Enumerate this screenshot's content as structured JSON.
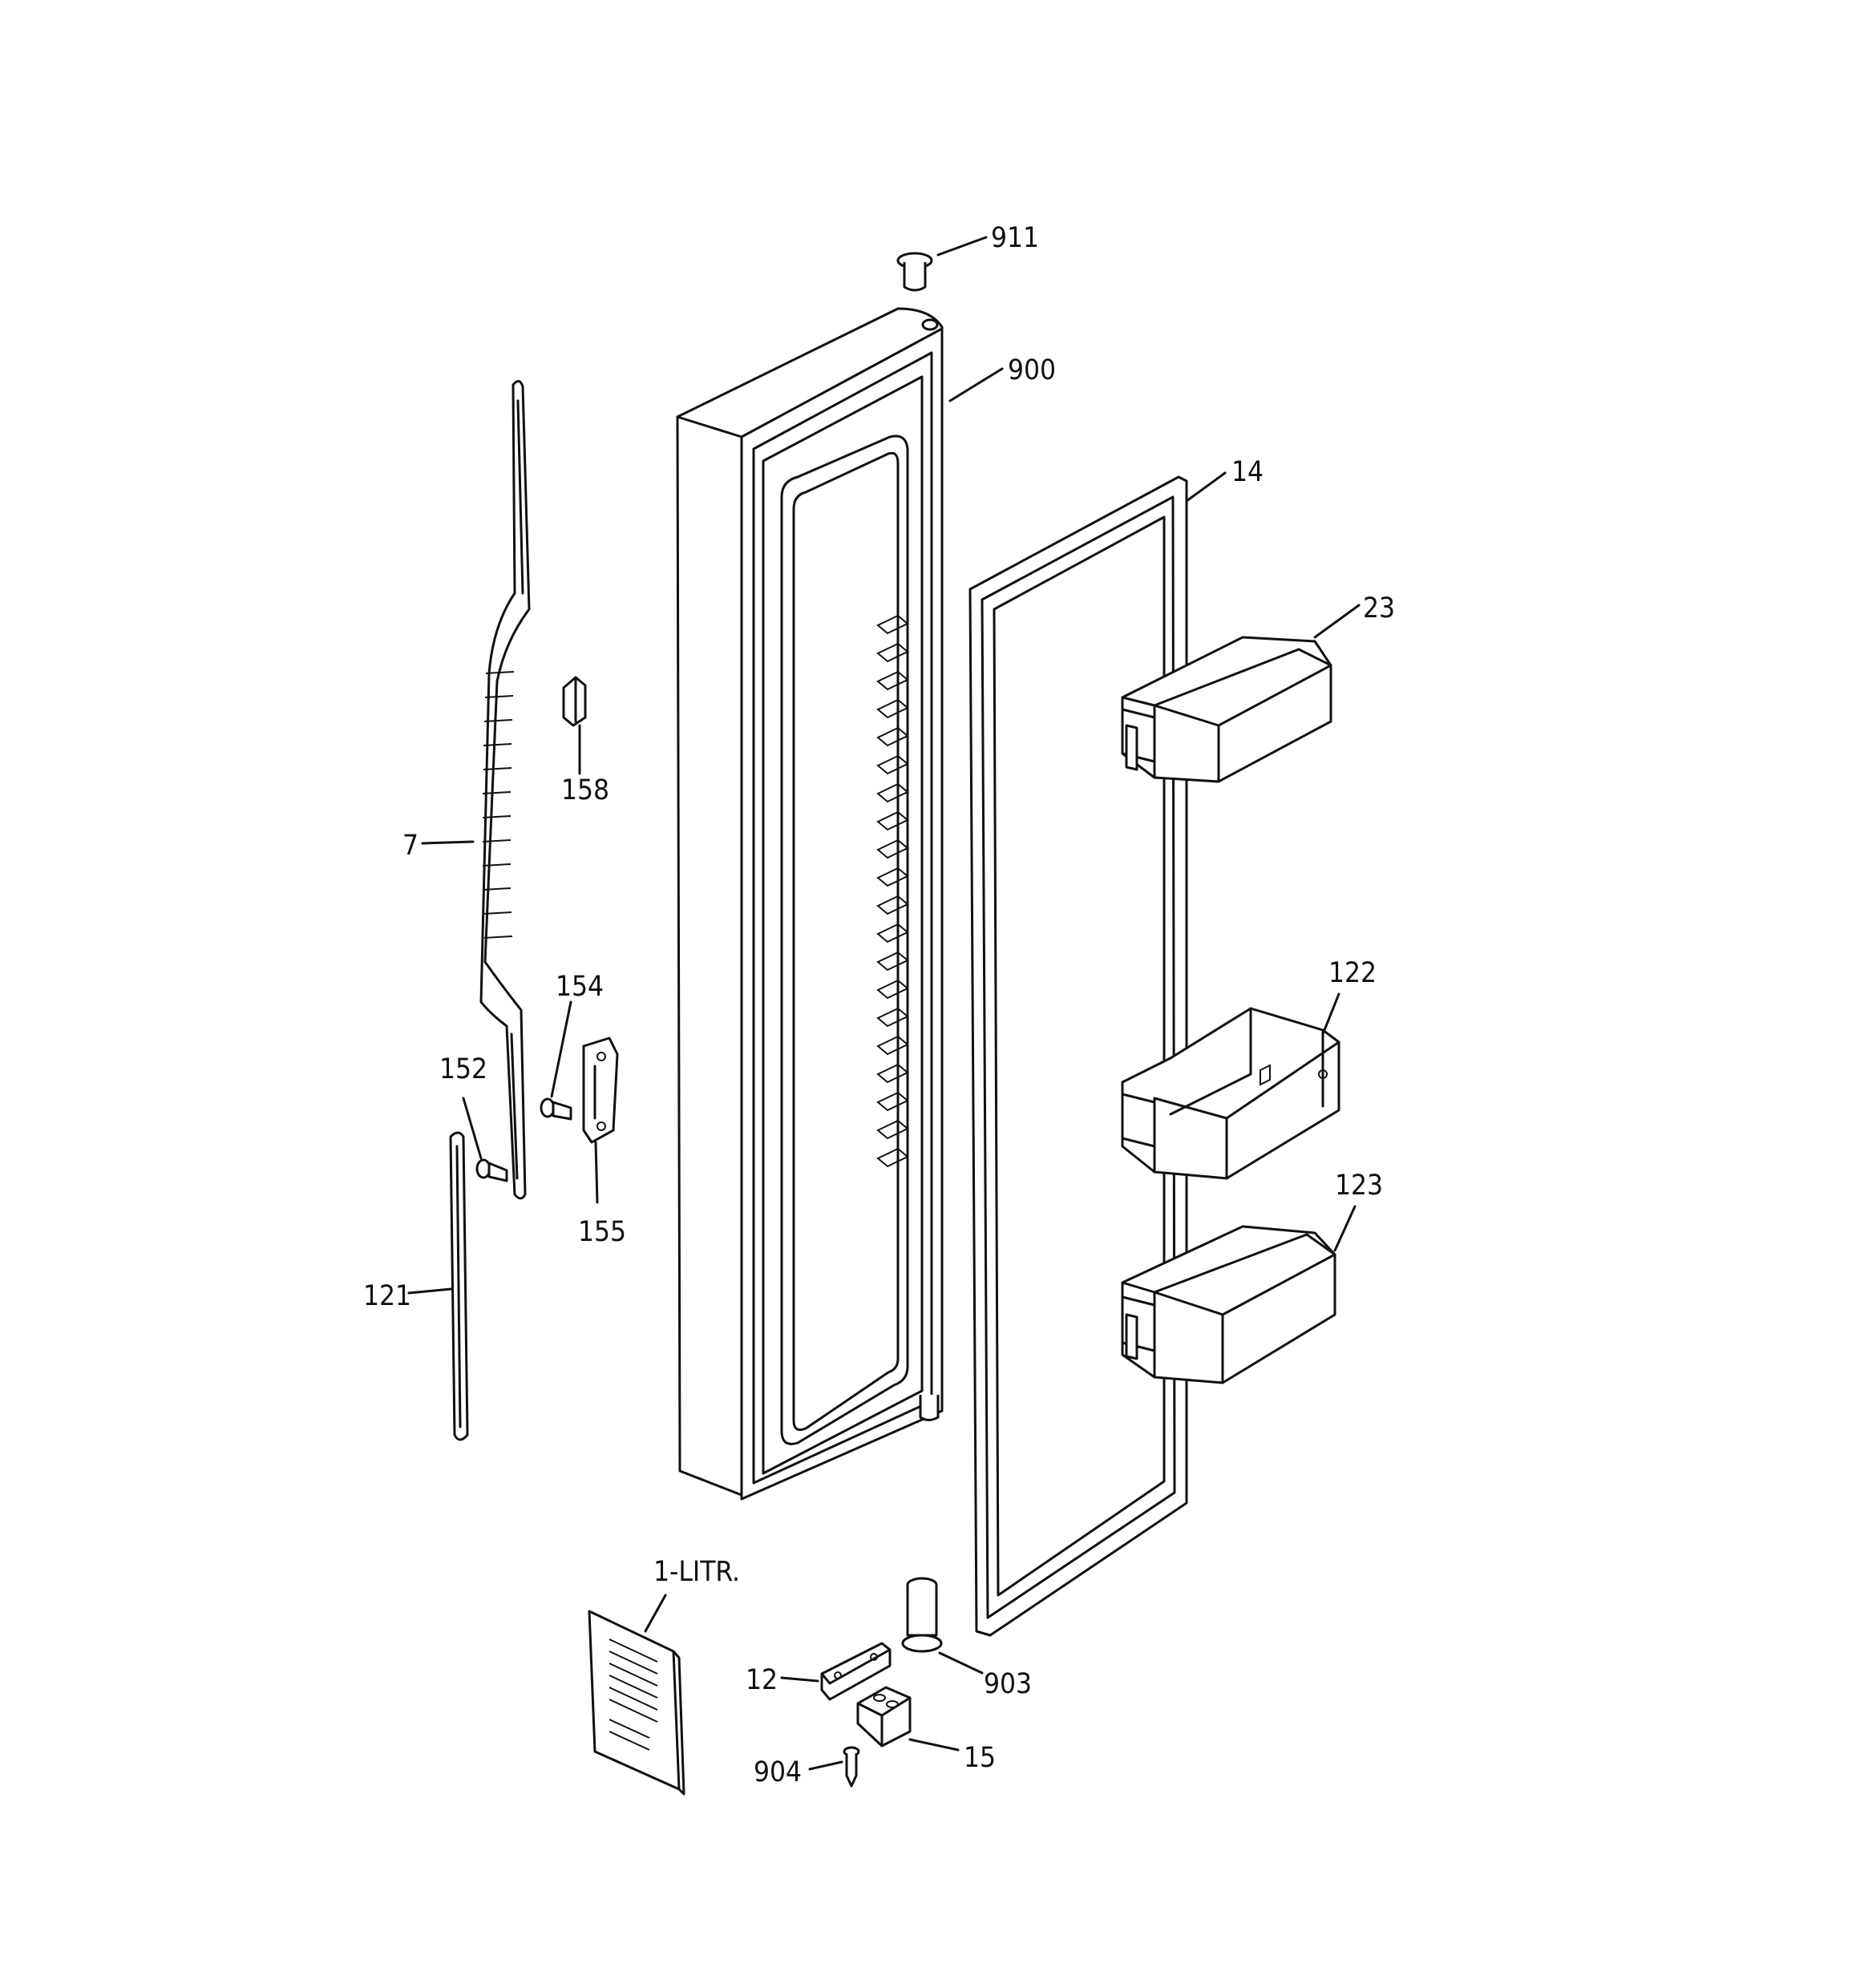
{
  "diagram": {
    "callouts": {
      "p911": "911",
      "p900": "900",
      "p14": "14",
      "p23": "23",
      "p158": "158",
      "p7": "7",
      "p154": "154",
      "p152": "152",
      "p155": "155",
      "p122": "122",
      "p123": "123",
      "p121": "121",
      "p1litr": "1-LITR.",
      "p12": "12",
      "p903": "903",
      "p904": "904",
      "p15": "15"
    }
  }
}
